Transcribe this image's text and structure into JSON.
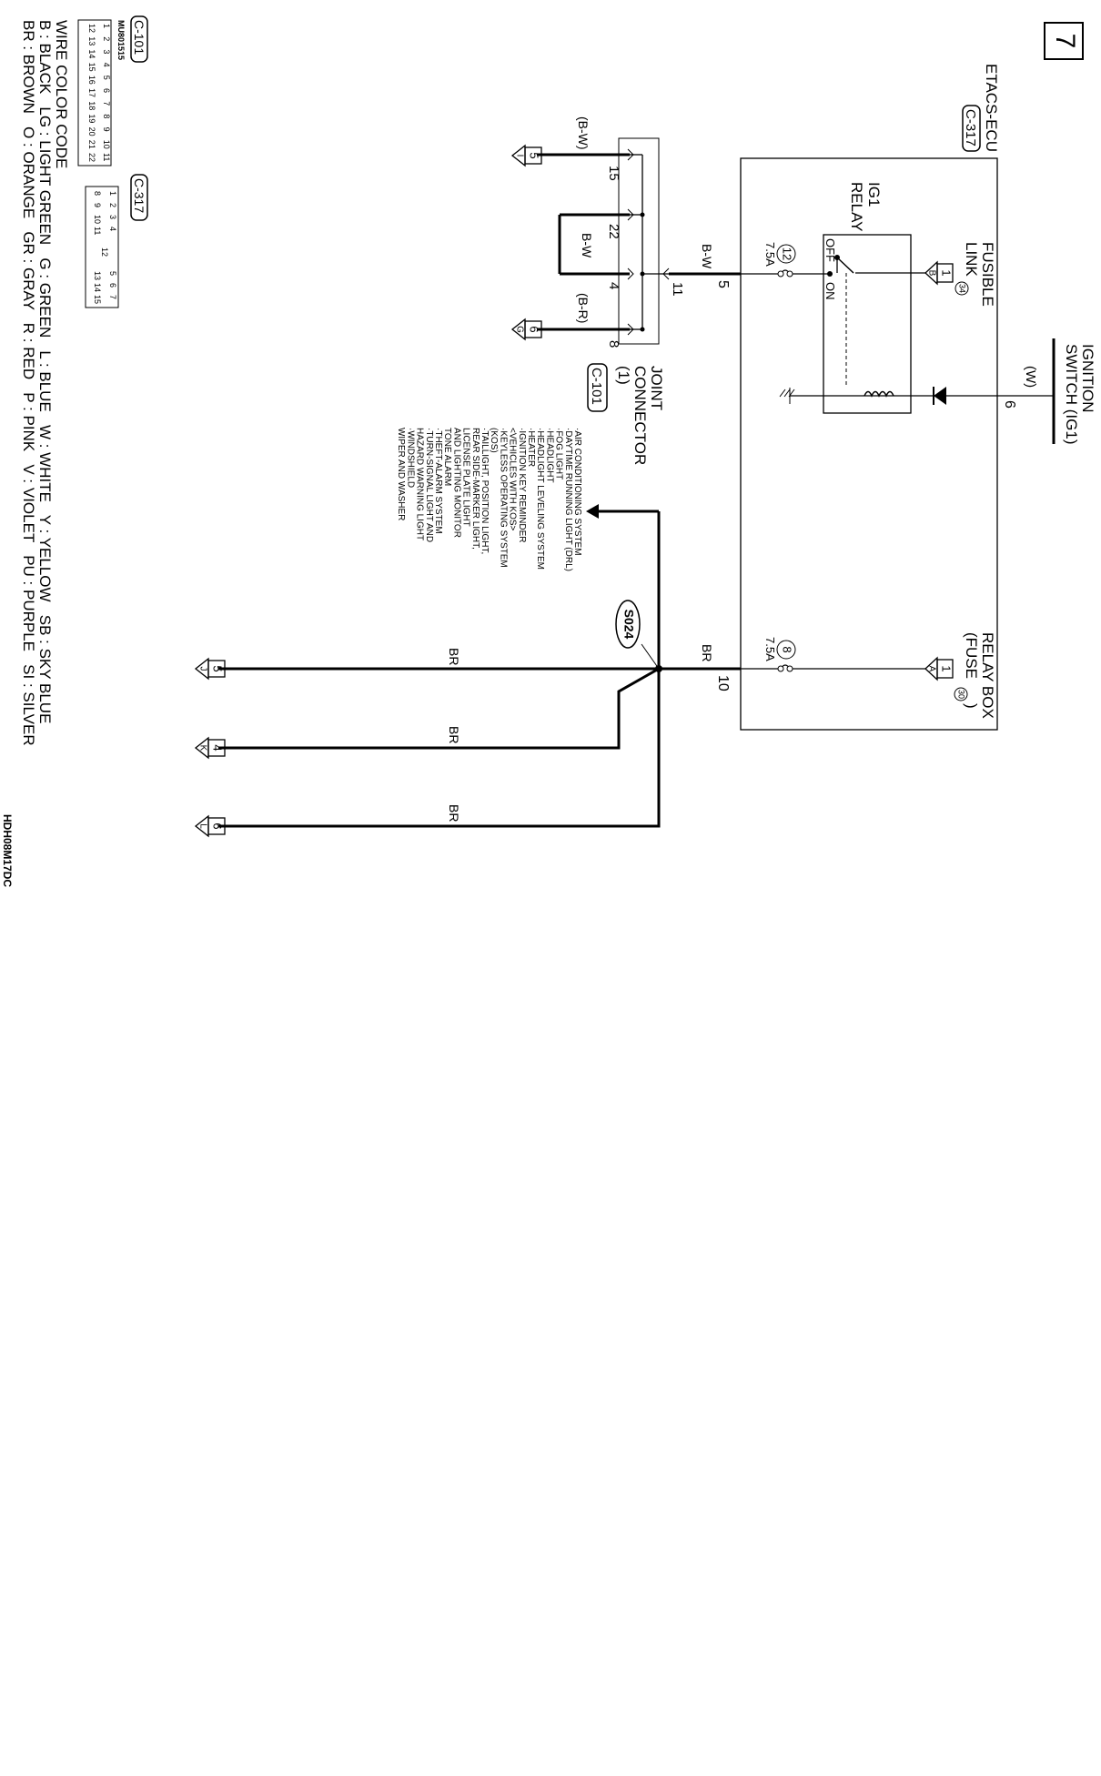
{
  "page_number": "7",
  "ignition_switch": {
    "title": "IGNITION",
    "title2": "SWITCH (IG1)",
    "wire": "(W)",
    "pin": "6"
  },
  "etacs": {
    "title": "ETACS-ECU",
    "connector": "C-317"
  },
  "fusible_link": {
    "title": "FUSIBLE",
    "title2": "LINK",
    "number": "34",
    "terminal": "1",
    "letter": "B"
  },
  "ig1_relay": {
    "title": "IG1",
    "title2": "RELAY",
    "off": "OFF",
    "on": "ON"
  },
  "fuse12": {
    "number": "12",
    "rating": "7.5A",
    "pin": "5",
    "wire": "B-W"
  },
  "relay_box": {
    "title": "RELAY BOX",
    "title2": "(FUSE",
    "number": "30",
    "close": ")",
    "terminal": "1",
    "letter": "A"
  },
  "fuse8": {
    "number": "8",
    "rating": "7.5A",
    "pin": "10",
    "wire": "BR"
  },
  "joint_connector": {
    "title": "JOINT",
    "title2": "CONNECTOR",
    "title3": "(1)",
    "connector": "C-101",
    "pins": {
      "p15": "15",
      "p22": "22",
      "p4": "4",
      "p11": "11",
      "p8": "8"
    },
    "wire_bw_internal": "B-W",
    "wire_top": "(B-W)",
    "wire_bottom": "(B-R)"
  },
  "off_page_top": {
    "number": "5",
    "letter": "I"
  },
  "off_page_bottom": {
    "number": "6",
    "letter": "G"
  },
  "splice": "S024",
  "splice_outputs": [
    {
      "wire": "BR",
      "number": "5",
      "letter": "J"
    },
    {
      "wire": "BR",
      "number": "4",
      "letter": "K"
    },
    {
      "wire": "BR",
      "number": "6",
      "letter": "L"
    }
  ],
  "systems_list": [
    "·AIR CONDITIONING SYSTEM",
    "·DAYTIME RUNNING LIGHT (DRL)",
    "·FOG LIGHT",
    "·HEADLIGHT",
    "·HEADLIGHT LEVELING SYSTEM",
    "·HEATER",
    "·IGNITION KEY REMINDER",
    "  <VEHICLES WITH KOS>",
    "·KEYLESS OPERATING SYSTEM",
    "  (KOS)",
    "·TAILLIGHT, POSITION LIGHT,",
    "  REAR SIDE-MARKER LIGHT,",
    "  LICENSE PLATE LIGHT",
    "  AND LIGHTING MONITOR",
    "  TONE ALARM",
    "·THEFT-ALARM SYSTEM",
    "·TURN-SIGNAL LIGHT AND",
    "  HAZARD WARNING LIGHT",
    "·WINDSHIELD",
    "  WIPER AND WASHER"
  ],
  "connector_c101": {
    "label": "C-101",
    "part": "MU801515",
    "row1": [
      "1",
      "2",
      "3",
      "4",
      "5",
      "6",
      "7",
      "8",
      "9",
      "10",
      "11"
    ],
    "row2": [
      "12",
      "13",
      "14",
      "15",
      "16",
      "17",
      "18",
      "19",
      "20",
      "21",
      "22"
    ]
  },
  "connector_c317": {
    "label": "C-317",
    "row1": [
      "1",
      "2",
      "3",
      "4",
      "5",
      "6",
      "7"
    ],
    "mid": "12",
    "row2": [
      "8",
      "9",
      "10",
      "11",
      "13",
      "14",
      "15"
    ]
  },
  "wire_color_code": {
    "title": "WIRE COLOR CODE",
    "line1": "B : BLACK   LG : LIGHT GREEN   G : GREEN   L : BLUE   W : WHITE   Y : YELLOW   SB : SKY BLUE",
    "line2": "BR : BROWN   O : ORANGE   GR : GRAY   R : RED   P : PINK   V : VIOLET   PU : PURPLE   SI : SILVER"
  },
  "doc_code": "HDH08M17DC"
}
